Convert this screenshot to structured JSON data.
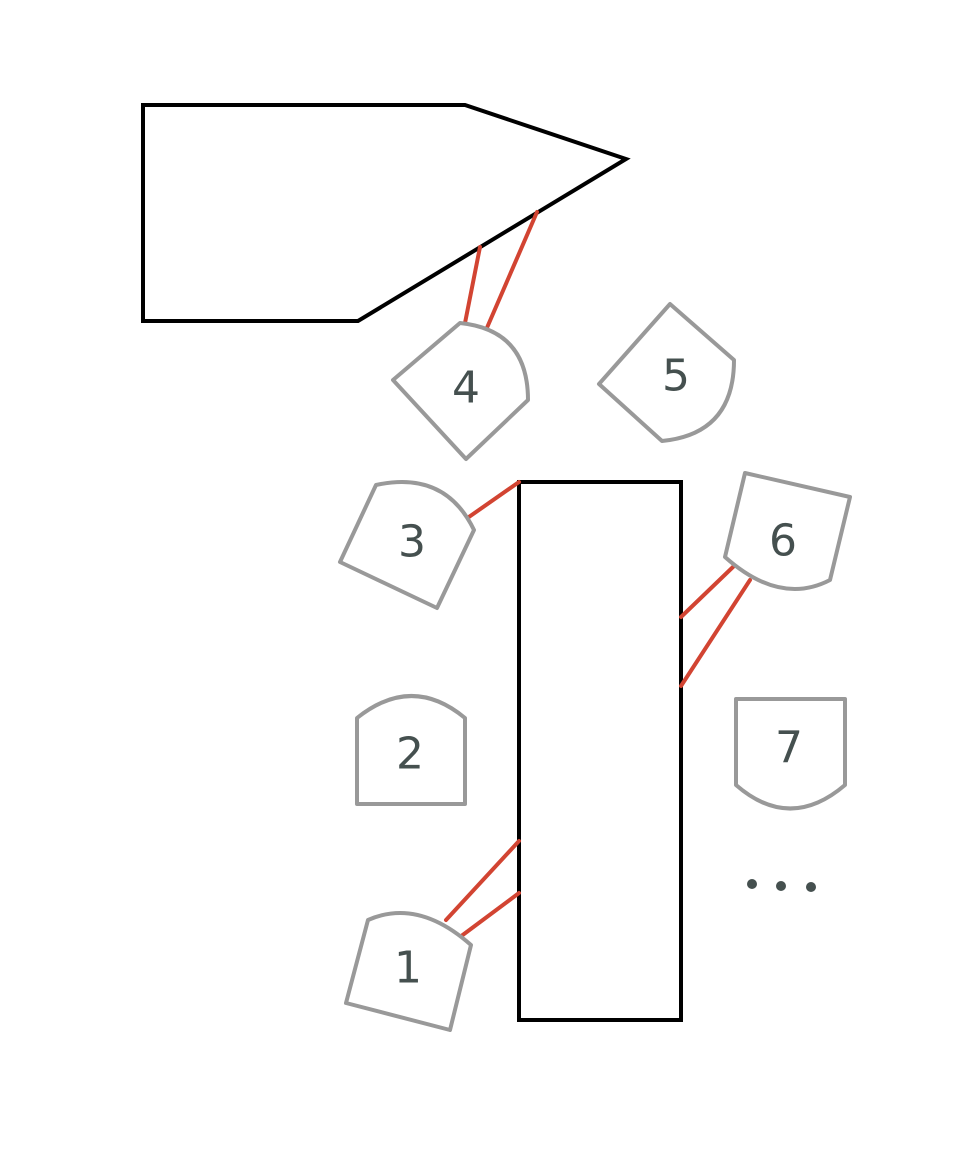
{
  "pads": [
    {
      "id": "pad-1",
      "label": "1"
    },
    {
      "id": "pad-2",
      "label": "2"
    },
    {
      "id": "pad-3",
      "label": "3"
    },
    {
      "id": "pad-4",
      "label": "4"
    },
    {
      "id": "pad-5",
      "label": "5"
    },
    {
      "id": "pad-6",
      "label": "6"
    },
    {
      "id": "pad-7",
      "label": "7"
    }
  ],
  "continuation_mark": "...",
  "colors": {
    "outline": "#000000",
    "pad_border": "#999999",
    "link": "#d24432",
    "label": "#45504f"
  }
}
